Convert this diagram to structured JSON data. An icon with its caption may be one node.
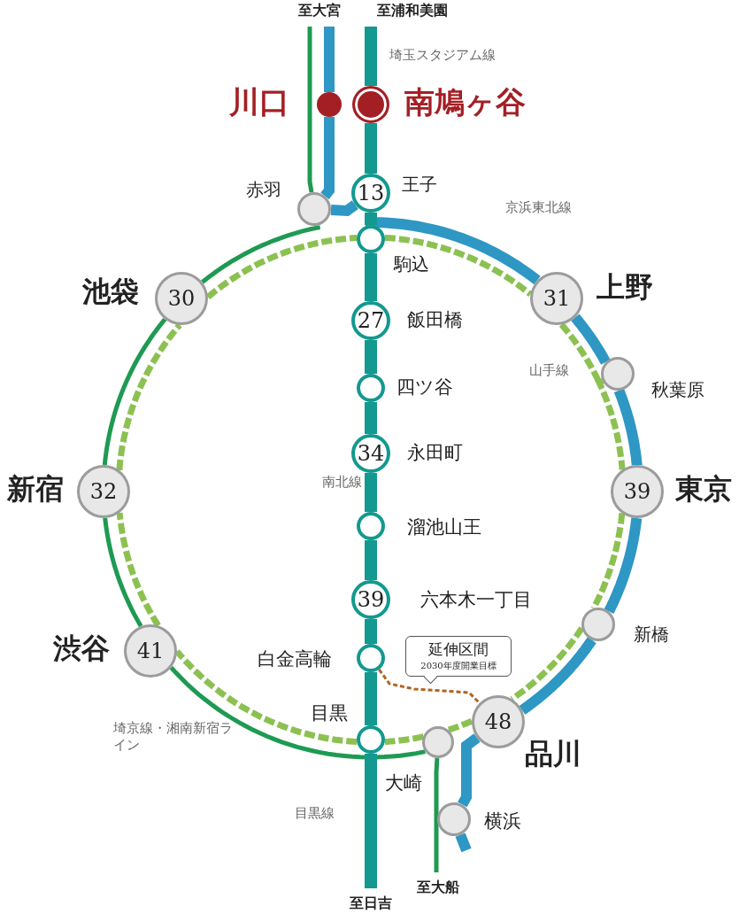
{
  "diagram": {
    "nodes": [
      {
        "text": [
          "至大宮"
        ]
      },
      {
        "text": [
          "至浦和美園"
        ]
      },
      {
        "text": [],
        "shape": "circle",
        "beside": [
          "川口"
        ]
      },
      {
        "text": [],
        "shape": "circle",
        "beside": [
          "南鳩ヶ谷"
        ]
      },
      {
        "text": [],
        "shape": "circle",
        "beside": [
          "赤羽"
        ]
      },
      {
        "text": [
          "13"
        ],
        "beside": [
          "王子"
        ]
      },
      {
        "text": [],
        "shape": "circle",
        "beside": [
          "駒込"
        ]
      },
      {
        "text": [
          "30"
        ],
        "beside": [
          "池袋"
        ]
      },
      {
        "text": [
          "31"
        ],
        "beside": [
          "上野"
        ]
      },
      {
        "text": [
          "27"
        ],
        "beside": [
          "飯田橋"
        ]
      },
      {
        "text": [],
        "shape": "circle",
        "beside": [
          "四ツ谷"
        ]
      },
      {
        "text": [],
        "shape": "circle",
        "beside": [
          "秋葉原"
        ]
      },
      {
        "text": [
          "32"
        ],
        "beside": [
          "新宿"
        ]
      },
      {
        "text": [
          "34"
        ],
        "beside": [
          "永田町"
        ]
      },
      {
        "text": [
          "39"
        ],
        "beside": [
          "東京"
        ]
      },
      {
        "text": [],
        "shape": "circle",
        "beside": [
          "溜池山王"
        ]
      },
      {
        "text": [
          "39"
        ],
        "beside": [
          "六本木一丁目"
        ]
      },
      {
        "text": [
          "41"
        ],
        "beside": [
          "渋谷"
        ]
      },
      {
        "text": [],
        "shape": "circle",
        "beside": [
          "新橋"
        ]
      },
      {
        "text": [],
        "shape": "circle",
        "beside": [
          "白金高輪"
        ]
      },
      {
        "text": [
          "延伸区間",
          "2030年度開業目標"
        ]
      },
      {
        "text": [
          "48"
        ],
        "beside": [
          "品川"
        ]
      },
      {
        "text": [],
        "shape": "circle",
        "beside": [
          "目黒"
        ]
      },
      {
        "text": [],
        "shape": "circle",
        "beside": [
          "大崎"
        ]
      },
      {
        "text": [],
        "shape": "circle",
        "beside": [
          "横浜"
        ]
      },
      {
        "text": [
          "至大船"
        ]
      },
      {
        "text": [
          "至日吉"
        ]
      }
    ],
    "edges": [
      {
        "from": 0,
        "to": 4,
        "arrow": "none",
        "color": "#1e9a52"
      },
      {
        "from": 4,
        "to": 7,
        "arrow": "none",
        "color": "#1e9a52"
      },
      {
        "from": 7,
        "to": 12,
        "arrow": "none",
        "color": "#1e9a52"
      },
      {
        "from": 12,
        "to": 17,
        "arrow": "none",
        "color": "#1e9a52"
      },
      {
        "from": 17,
        "to": 23,
        "arrow": "none",
        "color": "#1e9a52"
      },
      {
        "from": 23,
        "to": 25,
        "arrow": "none",
        "color": "#1e9a52"
      },
      {
        "from": 0,
        "to": 2,
        "arrow": "none",
        "color": "#2e97c4"
      },
      {
        "from": 2,
        "to": 4,
        "arrow": "none",
        "color": "#2e97c4"
      },
      {
        "from": 4,
        "to": 5,
        "arrow": "none",
        "color": "#2e97c4"
      },
      {
        "from": 5,
        "to": 8,
        "arrow": "none",
        "color": "#2e97c4"
      },
      {
        "from": 8,
        "to": 11,
        "arrow": "none",
        "color": "#2e97c4"
      },
      {
        "from": 11,
        "to": 14,
        "arrow": "none",
        "color": "#2e97c4"
      },
      {
        "from": 14,
        "to": 18,
        "arrow": "none",
        "color": "#2e97c4"
      },
      {
        "from": 18,
        "to": 21,
        "arrow": "none",
        "color": "#2e97c4"
      },
      {
        "from": 21,
        "to": 24,
        "arrow": "none",
        "color": "#2e97c4"
      },
      {
        "from": 24,
        "to": null,
        "arrow": "none",
        "color": "#2e97c4"
      },
      {
        "from": 1,
        "to": 3,
        "arrow": "none"
      },
      {
        "from": 3,
        "to": 5,
        "arrow": "none"
      },
      {
        "from": 5,
        "to": 6,
        "arrow": "none"
      },
      {
        "from": 6,
        "to": 9,
        "arrow": "none"
      },
      {
        "from": 9,
        "to": 10,
        "arrow": "none"
      },
      {
        "from": 10,
        "to": 13,
        "arrow": "none"
      },
      {
        "from": 13,
        "to": 15,
        "arrow": "none"
      },
      {
        "from": 15,
        "to": 16,
        "arrow": "none"
      },
      {
        "from": 16,
        "to": 19,
        "arrow": "none"
      },
      {
        "from": 19,
        "to": 22,
        "arrow": "none"
      },
      {
        "from": 22,
        "to": 26,
        "arrow": "none"
      },
      {
        "from": 6,
        "to": 8,
        "arrow": "none",
        "style": "dashed",
        "color": "#8cc152"
      },
      {
        "from": 8,
        "to": 11,
        "arrow": "none",
        "style": "dashed",
        "color": "#8cc152"
      },
      {
        "from": 11,
        "to": 14,
        "arrow": "none",
        "style": "dashed",
        "color": "#8cc152"
      },
      {
        "from": 14,
        "to": 18,
        "arrow": "none",
        "style": "dashed",
        "color": "#8cc152"
      },
      {
        "from": 18,
        "to": 21,
        "arrow": "none",
        "style": "dashed",
        "color": "#8cc152"
      },
      {
        "from": 21,
        "to": 23,
        "arrow": "none",
        "style": "dashed",
        "color": "#8cc152"
      },
      {
        "from": 23,
        "to": 22,
        "arrow": "none",
        "style": "dashed",
        "color": "#8cc152"
      },
      {
        "from": 22,
        "to": 17,
        "arrow": "none",
        "style": "dashed",
        "color": "#8cc152"
      },
      {
        "from": 17,
        "to": 12,
        "arrow": "none",
        "style": "dashed",
        "color": "#8cc152"
      },
      {
        "from": 12,
        "to": 7,
        "arrow": "none",
        "style": "dashed",
        "color": "#8cc152"
      },
      {
        "from": 7,
        "to": 6,
        "arrow": "none",
        "style": "dashed",
        "color": "#8cc152"
      },
      {
        "from": 19,
        "to": 21,
        "arrow": "none",
        "style": "dashed",
        "color": "#b0641e"
      }
    ],
    "labels": [
      "埼玉スタジアム線",
      "京浜東北線",
      "山手線",
      "南北線",
      "埼京線・湘南新宿ライン",
      "目黒線"
    ]
  }
}
